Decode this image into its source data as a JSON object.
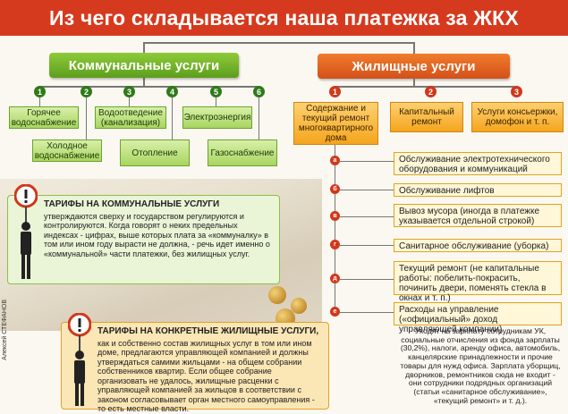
{
  "title": "Из чего складывается наша платежка за ЖКХ",
  "communal": {
    "header": "Коммунальные услуги",
    "items": [
      {
        "num": "1",
        "label": "Горячее водоснабжение"
      },
      {
        "num": "2",
        "label": "Холодное водоснабжение"
      },
      {
        "num": "3",
        "label": "Водоотведение (канализация)"
      },
      {
        "num": "4",
        "label": "Отопление"
      },
      {
        "num": "5",
        "label": "Электроэнергия"
      },
      {
        "num": "6",
        "label": "Газоснабжение"
      }
    ]
  },
  "housing": {
    "header": "Жилищные услуги",
    "items": [
      {
        "num": "1",
        "label": "Содержание и текущий ремонт многоквартирного дома"
      },
      {
        "num": "2",
        "label": "Капитальный ремонт"
      },
      {
        "num": "3",
        "label": "Услуги консьержки, домофон и т. п."
      }
    ],
    "details": [
      {
        "letter": "а",
        "text": "Обслуживание электротехнического оборудования и коммуникаций"
      },
      {
        "letter": "б",
        "text": "Обслуживание лифтов"
      },
      {
        "letter": "в",
        "text": "Вывоз мусора (иногда в платежке указывается отдельной строкой)"
      },
      {
        "letter": "г",
        "text": "Санитарное обслуживание (уборка)"
      },
      {
        "letter": "д",
        "text": "Текущий ремонт (не капитальные работы: побелить-покрасить, починить двери, поменять стекла в окнах и т. п.)"
      },
      {
        "letter": "е",
        "text": "Расходы на управление («официальный» доход управляющей компании)",
        "note": "Уходят на зарплату сотрудникам УК, социальные отчисления из фонда зарплаты (30,2%), налоги, аренду офиса, автомобиль, канцелярские принадлежности и прочие товары для нужд офиса. Зарплата уборщиц, дворников, ремонтников сюда не входит - они сотрудники подрядных организаций (статьи «санитарное обслуживание», «текущий ремонт» и т. д.)."
      }
    ]
  },
  "tariff_communal": {
    "heading": "ТАРИФЫ НА КОММУНАЛЬНЫЕ УСЛУГИ",
    "text": "утверждаются сверху и государством регулируются и контролируются. Когда говорят о неких предельных индексах - цифрах, выше которых плата за «коммуналку» в том или ином году вырасти не должна, - речь идет именно о «коммунальной» части платежки, без жилищных услуг."
  },
  "tariff_housing": {
    "heading": "ТАРИФЫ НА КОНКРЕТНЫЕ ЖИЛИЩНЫЕ УСЛУГИ,",
    "text": "как и собственно состав жилищных услуг в том или ином доме, предлагаются управляющей компанией и должны утверждаться самими жильцами - на общем собрании собственников квартир. Если общее собрание организовать не удалось, жилищные расценки с управляющей компанией за жильцов в соответствии с законом согласовывает орган местного самоуправления - то есть местные власти."
  },
  "warning_icon": "warning-sign-icon",
  "author": "Алексей СТЕФАНОВ",
  "colors": {
    "title_bg": "#d63a1e",
    "green": "#6aa52a",
    "orange": "#f07c2c"
  }
}
